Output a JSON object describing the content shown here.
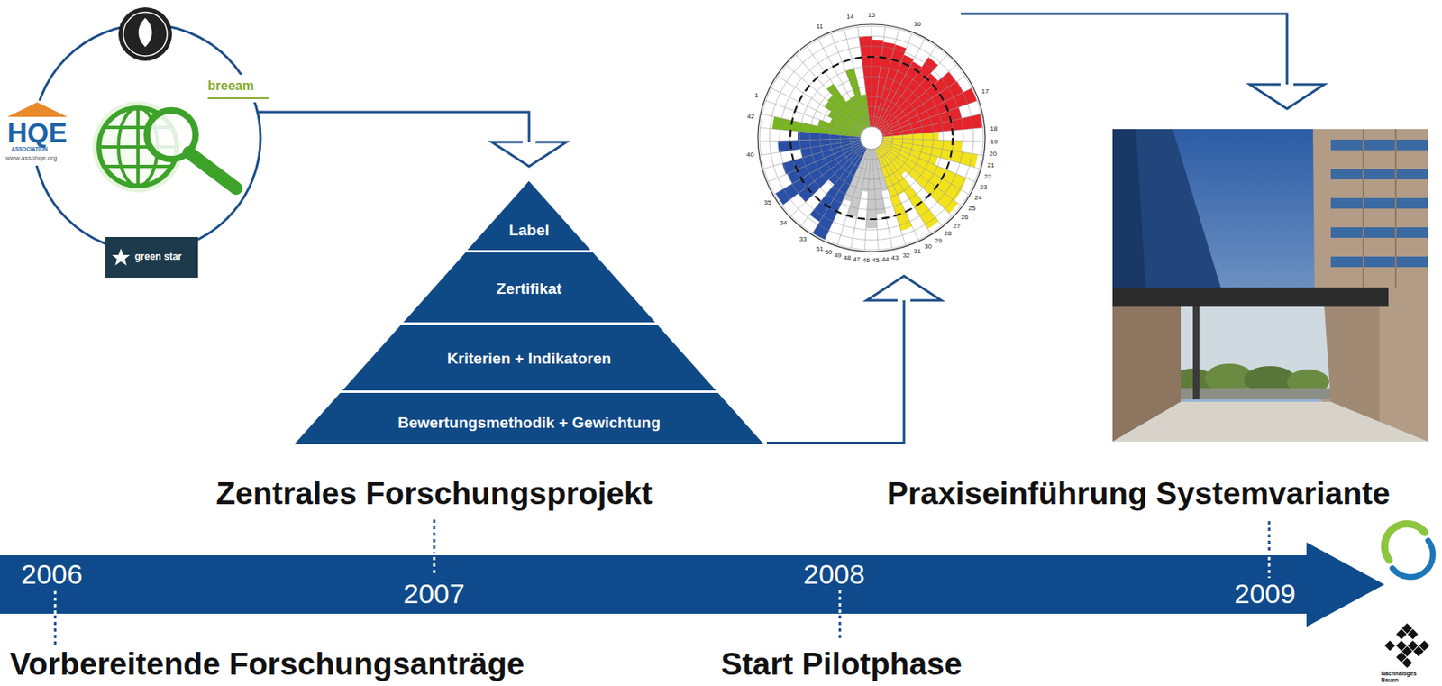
{
  "diagram": {
    "nodes": [
      {
        "text": [
          "breeam",
          "HQE",
          "ASSOCIATION",
          "www.assohqe.org",
          "green star"
        ]
      },
      {
        "text": [
          "Label"
        ]
      },
      {
        "text": [
          "Zertifikat"
        ]
      },
      {
        "text": [
          "Kriterien + Indikatoren"
        ]
      },
      {
        "text": [
          "Bewertungsmethodik + Gewichtung"
        ]
      },
      {
        "text": [
          "15",
          "16",
          "17",
          "18",
          "19",
          "20",
          "21",
          "22",
          "23",
          "24",
          "25",
          "26",
          "27",
          "28",
          "29",
          "30",
          "31",
          "32",
          "43",
          "44",
          "45",
          "46",
          "47",
          "48",
          "49",
          "50",
          "51",
          "33",
          "34",
          "35",
          "40",
          "42",
          "1",
          "11",
          "14"
        ]
      },
      {
        "text": [
          "2006",
          "2007",
          "2008",
          "2009"
        ]
      }
    ],
    "edges": [
      {
        "from": 0,
        "to": 1,
        "arrow": "to"
      },
      {
        "from": 4,
        "to": 5,
        "arrow": "to"
      }
    ],
    "labels": [
      "Zentrales Forschungsprojekt",
      "Praxiseinführung Systemvariante",
      "Vorbereitende Forschungsanträge",
      "Start Pilotphase",
      "Nachhaltiges Bauen"
    ]
  }
}
